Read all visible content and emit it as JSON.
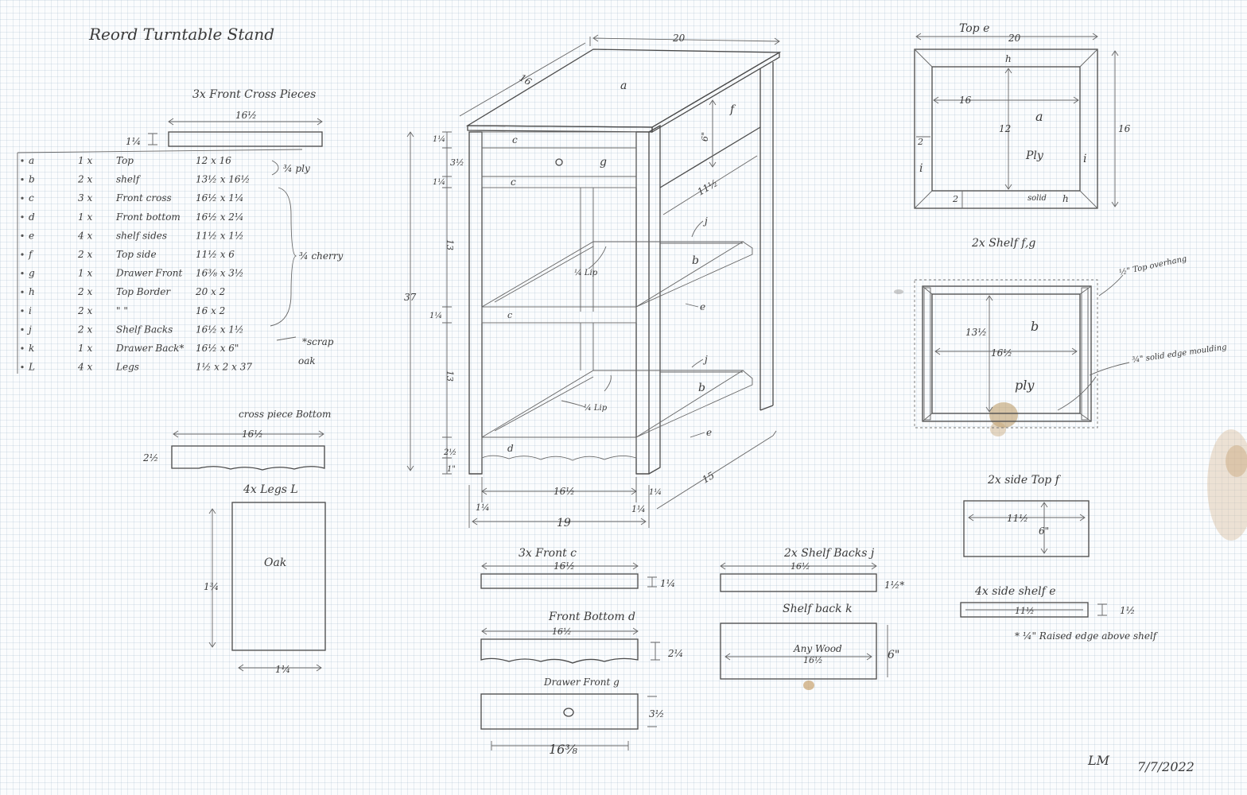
{
  "title": "Reord Turntable Stand",
  "cross_pieces": {
    "title": "3x Front Cross Pieces",
    "length": "16½",
    "height": "1¼"
  },
  "cut_list": [
    {
      "id": "a",
      "qty": "1 x",
      "part": "Top",
      "size": "12 x 16"
    },
    {
      "id": "b",
      "qty": "2 x",
      "part": "shelf",
      "size": "13½ x 16½"
    },
    {
      "id": "c",
      "qty": "3 x",
      "part": "Front cross",
      "size": "16½ x 1¼"
    },
    {
      "id": "d",
      "qty": "1 x",
      "part": "Front bottom",
      "size": "16½ x 2¼"
    },
    {
      "id": "e",
      "qty": "4 x",
      "part": "shelf sides",
      "size": "11½ x 1½"
    },
    {
      "id": "f",
      "qty": "2 x",
      "part": "Top side",
      "size": "11½ x 6"
    },
    {
      "id": "g",
      "qty": "1 x",
      "part": "Drawer Front",
      "size": "16⅜ x 3½"
    },
    {
      "id": "h",
      "qty": "2 x",
      "part": "Top Border",
      "size": "20 x 2"
    },
    {
      "id": "i",
      "qty": "2 x",
      "part": "\"  \"",
      "size": "16 x 2"
    },
    {
      "id": "j",
      "qty": "2 x",
      "part": "Shelf Backs",
      "size": "16½ x 1½"
    },
    {
      "id": "k",
      "qty": "1 x",
      "part": "Drawer Back*",
      "size": "16½ x 6\""
    },
    {
      "id": "L",
      "qty": "4 x",
      "part": "Legs",
      "size": "1½ x 2 x 37"
    }
  ],
  "cut_notes": {
    "ply": "¾ ply",
    "cherry": "¾ cherry",
    "scrap": "*scrap",
    "oak": "oak"
  },
  "cross_bottom": {
    "title": "cross piece Bottom",
    "length": "16½",
    "height": "2½"
  },
  "legs": {
    "title": "4x Legs L",
    "material": "Oak",
    "height": "1¾",
    "width": "1¼"
  },
  "iso": {
    "top_width": "20",
    "top_depth": "16",
    "label_a": "a",
    "label_f": "f",
    "side_h": "6\"",
    "c_top": "c",
    "g": "g",
    "c_mid": "c",
    "c_low": "c",
    "side_depth": "11½",
    "j_upper": "j",
    "b_upper": "b",
    "e_upper": "e",
    "lip_upper": "¼ Lip",
    "j_lower": "j",
    "b_lower": "b",
    "e_lower": "e",
    "lip_lower": "¼ Lip",
    "d": "d",
    "h_total": "37",
    "h_top": "1¼",
    "h_drawer": "3½",
    "h_cross": "1¼",
    "h_shelf1": "13",
    "h_cross2": "1¼",
    "h_shelf2": "13",
    "h_bottom": "2½",
    "h_foot": "1\"",
    "inner_width": "16½",
    "leg_left": "1¼",
    "leg_right": "1¼",
    "depth_leg": "1¼",
    "outer_width": "19",
    "depth": "15"
  },
  "top_view": {
    "title": "Top e",
    "width": "20",
    "depth": "16",
    "inner_width": "16",
    "inner_depth": "12",
    "label_a": "a",
    "ply": "Ply",
    "border": "2",
    "border2": "2",
    "h_top": "h",
    "h_bottom": "h",
    "i_left": "i",
    "i_right": "i",
    "solid": "solid"
  },
  "shelf_view": {
    "title": "2x Shelf f,g",
    "overhang": "½\" Top overhang",
    "depth": "13½",
    "width": "16½",
    "label_b": "b",
    "ply": "ply",
    "moulding": "¾\" solid edge moulding"
  },
  "side_top": {
    "title": "2x side Top f",
    "length": "11½",
    "height": "6\""
  },
  "front_c": {
    "title": "3x Front c",
    "length": "16½",
    "height": "1¼"
  },
  "shelf_backs": {
    "title": "2x Shelf Backs j",
    "length": "16½",
    "height": "1½*"
  },
  "side_shelf": {
    "title": "4x side shelf e",
    "length": "11½",
    "height": "1½"
  },
  "raised_note": "* ¼\" Raised edge above shelf",
  "front_bottom": {
    "title": "Front Bottom d",
    "length": "16½",
    "height": "2¼"
  },
  "shelf_back": {
    "title": "Shelf back k",
    "material": "Any Wood",
    "length": "16½",
    "height": "6\""
  },
  "drawer_front": {
    "title": "Drawer Front g",
    "length": "16⅜",
    "height": "3½"
  },
  "signature": {
    "initials": "LM",
    "date": "7/7/2022"
  }
}
